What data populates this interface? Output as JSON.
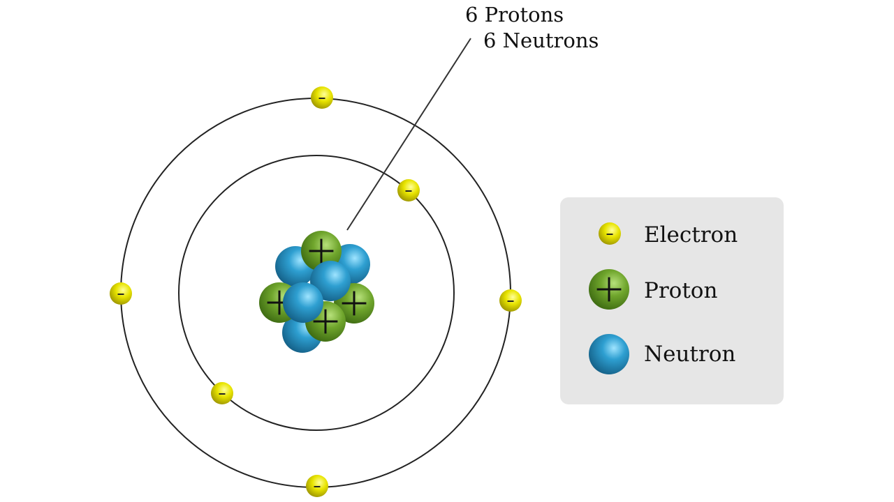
{
  "title_lines": [
    "6 Protons",
    "6 Neutrons"
  ],
  "legend": {
    "items": [
      {
        "label": "Electron",
        "type": "electron"
      },
      {
        "label": "Proton",
        "type": "proton"
      },
      {
        "label": "Neutron",
        "type": "neutron"
      }
    ]
  },
  "atom": {
    "protons": 6,
    "neutrons": 6,
    "shells": [
      {
        "name": "inner",
        "electrons": 2
      },
      {
        "name": "outer",
        "electrons": 4
      }
    ]
  },
  "colors": {
    "electron": "#e6e000",
    "proton": "#6a9f2a",
    "neutron": "#2a93c4",
    "legend_bg": "#e6e6e6",
    "orbit": "#222222"
  }
}
